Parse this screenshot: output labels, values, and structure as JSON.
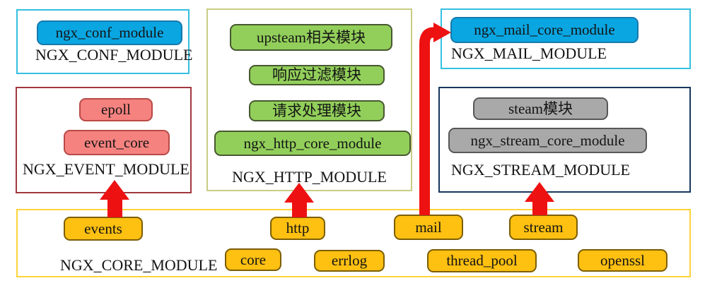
{
  "colors": {
    "cyan-border": "#35bfe0",
    "red-box-border": "#a2383f",
    "khaki-border": "#c9cc85",
    "navy-border": "#17365d",
    "yellow-border": "#ffd23b",
    "blue-fill": "#0aa6e2",
    "blue-border": "#1779ab",
    "pink-fill": "#f5827f",
    "pink-border": "#b94a47",
    "green-fill": "#92cf5a",
    "green-border": "#47582f",
    "gray-fill": "#a9a9a9",
    "gray-border": "#575757",
    "orange-fill": "#fec011",
    "orange-border": "#7c5e04",
    "arrow": "#ee1111",
    "text": "#141414"
  },
  "boxes": {
    "conf": {
      "label": "NGX_CONF_MODULE",
      "items": [
        "ngx_conf_module"
      ]
    },
    "event": {
      "label": "NGX_EVENT_MODULE",
      "items": [
        "epoll",
        "event_core"
      ]
    },
    "http": {
      "label": "NGX_HTTP_MODULE",
      "items": [
        "upsteam相关模块",
        "响应过滤模块",
        "请求处理模块",
        "ngx_http_core_module"
      ]
    },
    "mail": {
      "label": "NGX_MAIL_MODULE",
      "items": [
        "ngx_mail_core_module"
      ]
    },
    "stream": {
      "label": "NGX_STREAM_MODULE",
      "items": [
        "steam模块",
        "ngx_stream_core_module"
      ]
    },
    "core": {
      "label": "NGX_CORE_MODULE",
      "items": [
        "events",
        "http",
        "mail",
        "stream",
        "core",
        "errlog",
        "thread_pool",
        "openssl"
      ]
    }
  }
}
